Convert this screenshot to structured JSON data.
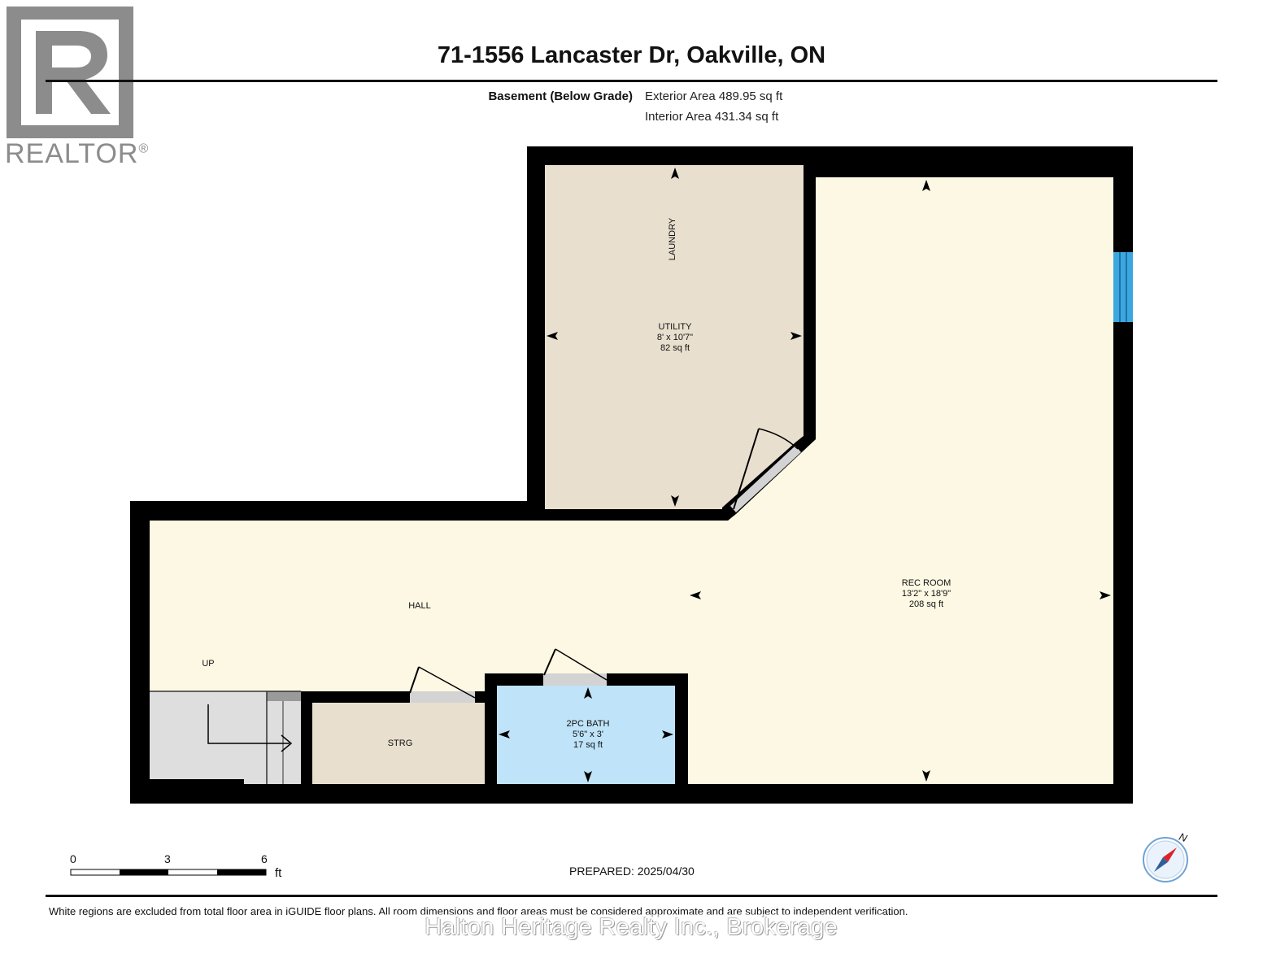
{
  "header": {
    "title": "71-1556 Lancaster Dr, Oakville, ON",
    "floor_label": "Basement (Below Grade)",
    "exterior_area": "Exterior Area 489.95 sq ft",
    "interior_area": "Interior Area 431.34 sq ft"
  },
  "logo": {
    "brand": "REALTOR",
    "mark": "®"
  },
  "rooms": {
    "laundry": {
      "name": "LAUNDRY"
    },
    "utility": {
      "name": "UTILITY",
      "dims": "8' x 10'7\"",
      "area": "82 sq ft"
    },
    "rec_room": {
      "name": "REC ROOM",
      "dims": "13'2\" x 18'9\"",
      "area": "208 sq ft"
    },
    "hall": {
      "name": "HALL"
    },
    "up": {
      "name": "UP"
    },
    "strg": {
      "name": "STRG"
    },
    "bath": {
      "name": "2PC BATH",
      "dims": "5'6\" x 3'",
      "area": "17 sq ft"
    }
  },
  "scale": {
    "ticks": [
      "0",
      "3",
      "6"
    ],
    "unit": "ft"
  },
  "compass": {
    "label": "N"
  },
  "prepared": "PREPARED: 2025/04/30",
  "footer": {
    "disclaimer": "White regions are excluded from total floor area in iGUIDE floor plans. All room dimensions and floor areas must be considered approximate and are subject to independent verification.",
    "watermark": "Halton Heritage Realty Inc., Brokerage"
  },
  "colors": {
    "wall": "#000000",
    "laundry_utility_fill": "#e8dfcf",
    "hall_rec_fill": "#fdf8e3",
    "bath_fill": "#bfe3f8",
    "strg_fill": "#e8dfcf",
    "stairs_fill": "#dedede",
    "window": "#3ba7e0",
    "door_fill": "#d3d3d3"
  }
}
